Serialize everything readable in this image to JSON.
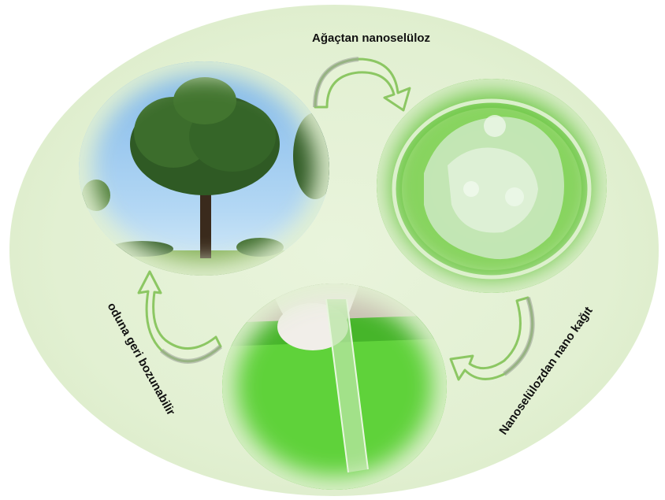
{
  "labels": {
    "top": "Ağaçtan nanoselüloz",
    "right": "Nanoselülozdan nano kağıt",
    "left": "oduna geri bozunabilir"
  },
  "colors": {
    "background": "#e2f0d2",
    "arrow_fill": "#e6f2d6",
    "arrow_stroke": "#8cc763",
    "arrow_shade": "#9fa59a",
    "green_sheet": "#5fd23a",
    "sky": "#9ccaf0"
  },
  "images": [
    {
      "name": "tree",
      "icon": "tree-photo"
    },
    {
      "name": "gel",
      "icon": "nanocellulose-gel-dish-photo"
    },
    {
      "name": "film",
      "icon": "nano-paper-film-photo"
    }
  ]
}
